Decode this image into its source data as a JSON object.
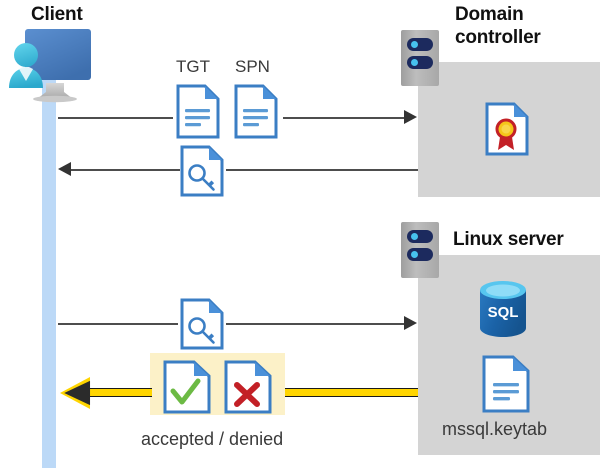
{
  "diagram": {
    "type": "sequence-diagram",
    "title_nodes": {
      "client": "Client",
      "domain_controller_line1": "Domain",
      "domain_controller_line2": "controller",
      "linux_server": "Linux server"
    },
    "labels": {
      "tgt": "TGT",
      "spn": "SPN",
      "accepted_denied": "accepted / denied",
      "keytab_file": "mssql.keytab"
    },
    "icons": {
      "client": "client-workstation-icon",
      "server_rack": "server-rack-icon",
      "certificate": "certificate-document-icon",
      "sql_database": "sql-database-icon",
      "keytab_document": "keytab-document-icon",
      "ticket_document": "ticket-document-icon",
      "key_document": "key-document-icon",
      "accepted_document": "accepted-check-document-icon",
      "denied_document": "denied-cross-document-icon"
    },
    "flows": [
      {
        "id": "flow-1",
        "direction": "right",
        "from": "client",
        "to": "domain-controller",
        "payload": [
          "TGT",
          "SPN"
        ],
        "style": "thin-gray"
      },
      {
        "id": "flow-2",
        "direction": "left",
        "from": "domain-controller",
        "to": "client",
        "payload": [
          "key-document"
        ],
        "style": "thin-gray"
      },
      {
        "id": "flow-3",
        "direction": "right",
        "from": "client",
        "to": "linux-server",
        "payload": [
          "key-document"
        ],
        "style": "thin-gray"
      },
      {
        "id": "flow-4",
        "direction": "left",
        "from": "linux-server",
        "to": "client",
        "payload": [
          "accepted",
          "denied"
        ],
        "style": "thick-yellow"
      }
    ],
    "colors": {
      "background": "#ffffff",
      "panel_gray": "#d4d4d4",
      "lifeline_blue": "#bcd9f7",
      "connector_gray": "#4d4d4d",
      "highlight_yellow": "#fcf1c8",
      "arrow_yellow": "#ffd500",
      "arrow_yellow_outline": "#1a1a1a",
      "doc_blue": "#3b7ec4",
      "doc_fold_blue": "#4a90d9",
      "accent_green": "#6cba44",
      "accent_red": "#c32026",
      "sql_blue": "#1b63a8",
      "rack_navy": "#1c2a5e",
      "rack_dot": "#47c2ef",
      "monitor_blue": "#4a7ebb",
      "person_cyan": "#41c3e0",
      "seal_yellow": "#f5c51a",
      "seal_red": "#c32026"
    }
  }
}
